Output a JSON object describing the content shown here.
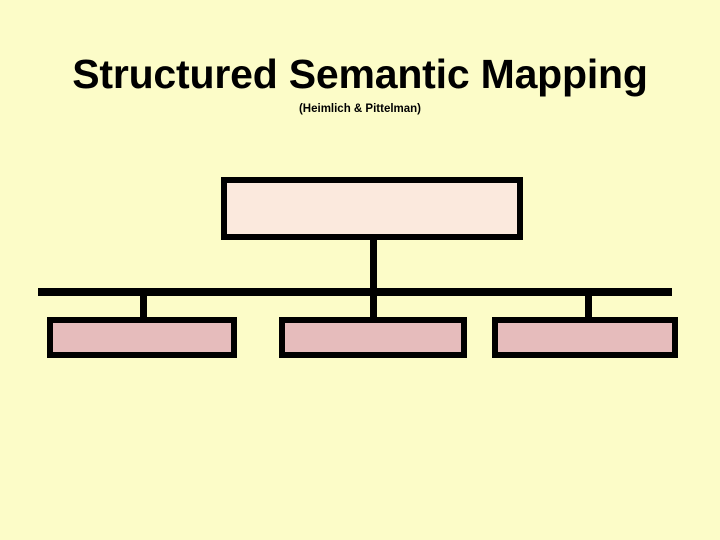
{
  "slide": {
    "title": "Structured Semantic Mapping",
    "subtitle": "(Heimlich & Pittelman)",
    "background_color": "#fcfcc8"
  },
  "diagram": {
    "type": "hierarchy-tree",
    "orientation": "top-down",
    "line_color": "#000000",
    "root": {
      "label": "",
      "fill_color": "#fbe9dd",
      "border_color": "#000000"
    },
    "children": [
      {
        "label": "",
        "fill_color": "#e6bcbc",
        "border_color": "#000000"
      },
      {
        "label": "",
        "fill_color": "#e6bcbc",
        "border_color": "#000000"
      },
      {
        "label": "",
        "fill_color": "#e6bcbc",
        "border_color": "#000000"
      }
    ]
  }
}
